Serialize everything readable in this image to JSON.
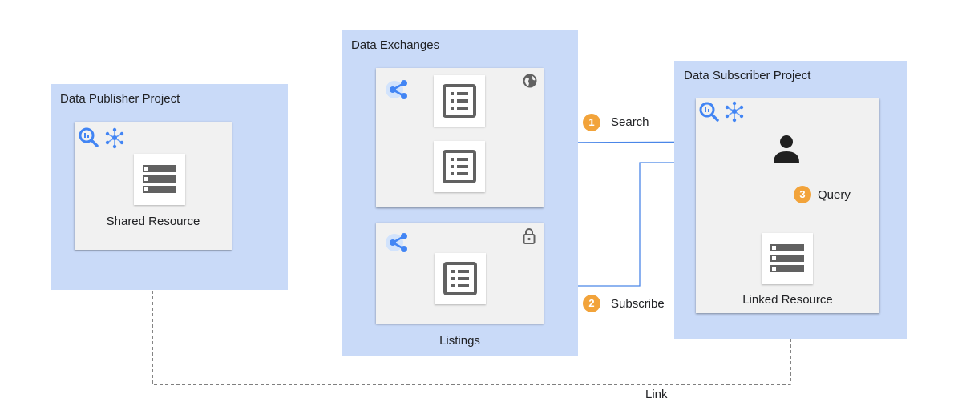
{
  "publisher": {
    "title": "Data Publisher Project",
    "resource_label": "Shared Resource"
  },
  "exchanges": {
    "title": "Data Exchanges",
    "listings_label": "Listings"
  },
  "subscriber": {
    "title": "Data Subscriber Project",
    "resource_label": "Linked Resource"
  },
  "steps": [
    {
      "number": "1",
      "label": "Search"
    },
    {
      "number": "2",
      "label": "Subscribe"
    },
    {
      "number": "3",
      "label": "Query"
    }
  ],
  "link_label": "Link",
  "colors": {
    "project_bg": "#c9daf8",
    "card_bg": "#f1f1f1",
    "arrow": "#4a86e8",
    "badge": "#f2a33a",
    "icon_gray": "#616161",
    "bq_blue": "#4285f4"
  },
  "icons": {
    "bigquery": "bigquery-icon",
    "analytics_hub": "analytics-hub-icon",
    "share": "share-icon",
    "public": "globe-icon",
    "private": "lock-icon",
    "listing": "listing-icon",
    "dataset": "dataset-icon",
    "user": "person-icon"
  }
}
